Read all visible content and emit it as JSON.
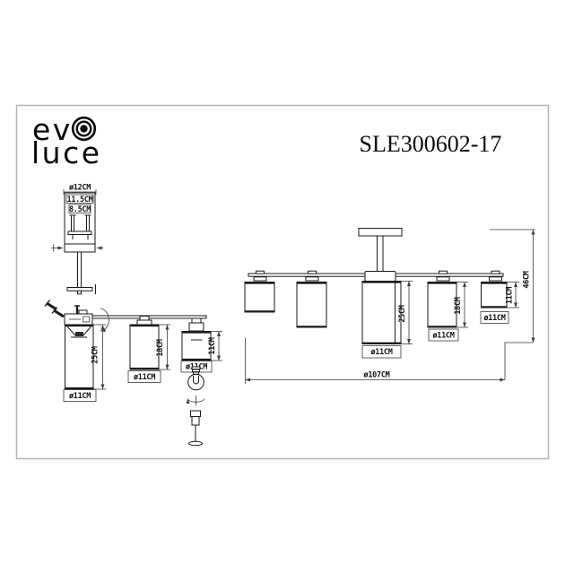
{
  "brand": {
    "name_line1": "ev",
    "name_line2": "luce",
    "icon": "bullseye-icon"
  },
  "model_number": "SLE300602-17",
  "colors": {
    "line": "#1a1a1a",
    "frame_border": "#b3b3b3",
    "background": "#ffffff"
  },
  "canopy_detail": {
    "diameter_label": "ø12CM",
    "outer_height_label": "11.5CM",
    "inner_height_label": "8.5CM"
  },
  "side_view": {
    "large_shade_height": "25CM",
    "large_shade_diameter": "ø11CM",
    "medium_shade_height": "18CM",
    "medium_shade_diameter": "ø11CM",
    "small_shade_height": "11CM",
    "small_shade_diameter": "ø11CM"
  },
  "front_view": {
    "center_shade_height": "25CM",
    "center_shade_diameter": "ø11CM",
    "medium_shade_height": "18CM",
    "medium_shade_diameter": "ø11CM",
    "small_shade_height": "11CM",
    "small_shade_diameter": "ø11CM",
    "overall_diameter": "ø107CM",
    "overall_height": "46CM"
  }
}
